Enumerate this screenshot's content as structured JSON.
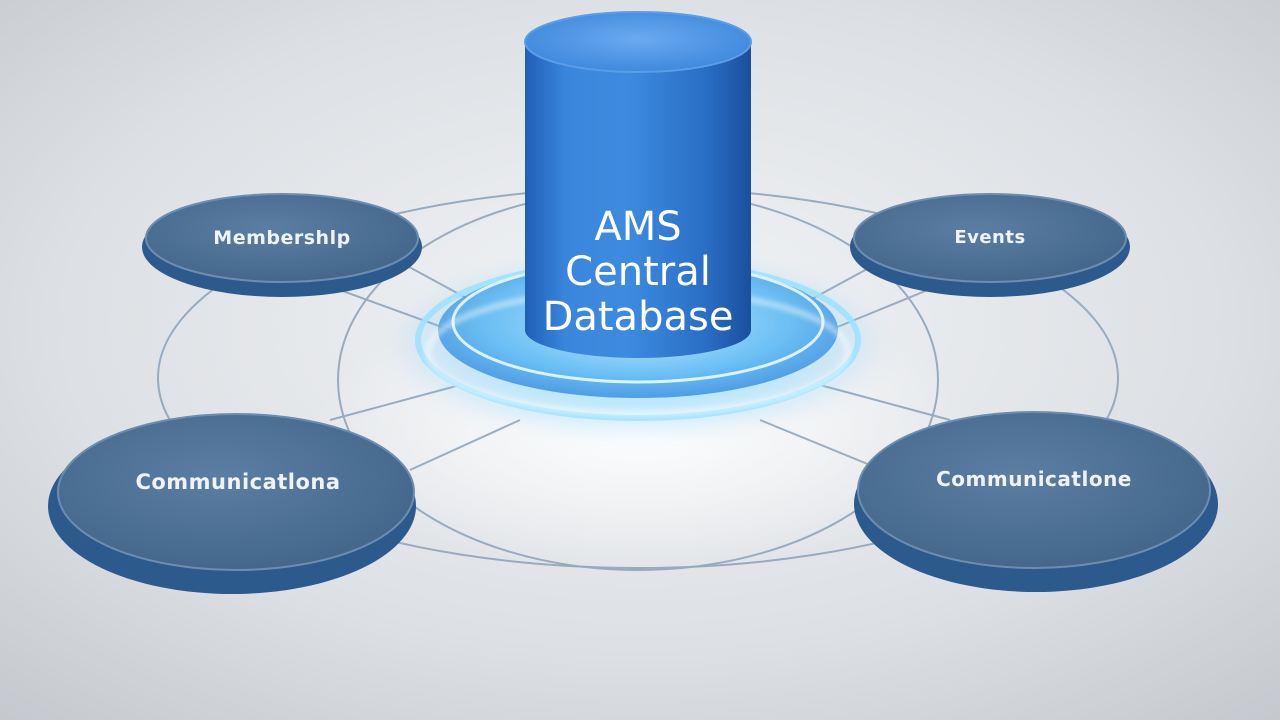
{
  "diagram": {
    "center": {
      "lines": [
        "AMS",
        "Central",
        "Database"
      ]
    },
    "nodes": [
      {
        "id": "top-left",
        "label": "Membershlp"
      },
      {
        "id": "top-right",
        "label": "Events"
      },
      {
        "id": "bottom-left",
        "label": "Communicatlona"
      },
      {
        "id": "bottom-right",
        "label": "Communicatlone"
      }
    ]
  },
  "colors": {
    "background": "#dcdfe3",
    "database_blue": "#2f77d3",
    "database_top": "#4e95e6",
    "glow": "#63c5ff",
    "node_fill": "#4a6c90",
    "node_rim": "#2c5a8c",
    "connector": "#8aa2b7"
  }
}
